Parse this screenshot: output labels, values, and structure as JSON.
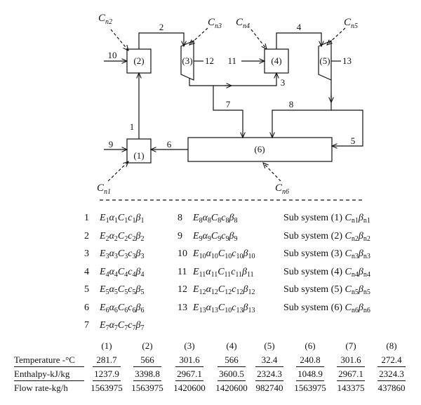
{
  "streams": [
    "1",
    "2",
    "3",
    "4",
    "5",
    "6",
    "7",
    "8",
    "9",
    "10",
    "11",
    "12",
    "13"
  ],
  "units": [
    "(1)",
    "(2)",
    "(3)",
    "(4)",
    "(5)",
    "(6)"
  ],
  "cost_labels": {
    "n1": {
      "base": "C",
      "sub": "n1"
    },
    "n2": {
      "base": "C",
      "sub": "n2"
    },
    "n3": {
      "base": "C",
      "sub": "n3"
    },
    "n4": {
      "base": "C",
      "sub": "n4"
    },
    "n5": {
      "base": "C",
      "sub": "n5"
    },
    "n6": {
      "base": "C",
      "sub": "n6"
    }
  },
  "legend_streams": [
    {
      "num": "1",
      "E": "1",
      "a": "1",
      "C": "1",
      "c": "1",
      "b": "1"
    },
    {
      "num": "2",
      "E": "2",
      "a": "2",
      "C": "2",
      "c": "2",
      "b": "2"
    },
    {
      "num": "3",
      "E": "3",
      "a": "3",
      "C": "3",
      "c": "3",
      "b": "3"
    },
    {
      "num": "4",
      "E": "4",
      "a": "4",
      "C": "4",
      "c": "4",
      "b": "4"
    },
    {
      "num": "5",
      "E": "5",
      "a": "5",
      "C": "5",
      "c": "5",
      "b": "5"
    },
    {
      "num": "6",
      "E": "6",
      "a": "6",
      "C": "6",
      "c": "6",
      "b": "6"
    },
    {
      "num": "7",
      "E": "7",
      "a": "7",
      "C": "7",
      "c": "7",
      "b": "7"
    },
    {
      "num": "8",
      "E": "8",
      "a": "8",
      "C": "8",
      "c": "8",
      "b": "8"
    },
    {
      "num": "9",
      "E": "9",
      "a": "9",
      "C": "9",
      "c": "9",
      "b": "9"
    },
    {
      "num": "10",
      "E": "10",
      "a": "10",
      "C": "10",
      "c": "10",
      "b": "10"
    },
    {
      "num": "11",
      "E": "11",
      "a": "11",
      "C": "11",
      "c": "11",
      "b": "11"
    },
    {
      "num": "12",
      "E": "12",
      "a": "12",
      "C": "12",
      "c": "12",
      "b": "12"
    },
    {
      "num": "13",
      "E": "13",
      "a": "13",
      "C": "10",
      "c": "13",
      "b": "13"
    }
  ],
  "subsystems": [
    {
      "prefix": "Sub system (1)",
      "C": "n1",
      "b": "n1"
    },
    {
      "prefix": "Sub system (2)",
      "C": "n2",
      "b": "n2"
    },
    {
      "prefix": "Sub system (3)",
      "C": "n3",
      "b": "n3"
    },
    {
      "prefix": "Sub system (4)",
      "C": "n4",
      "b": "n4"
    },
    {
      "prefix": "Sub system (5)",
      "C": "n5",
      "b": "n5"
    },
    {
      "prefix": "Sub system (6)",
      "C": "n6",
      "b": "n6"
    }
  ],
  "table": {
    "columns": [
      "(1)",
      "(2)",
      "(3)",
      "(4)",
      "(5)",
      "(6)",
      "(7)",
      "(8)"
    ],
    "rows": [
      {
        "label": "Temperature -°C",
        "values": [
          "281.7",
          "566",
          "301.6",
          "566",
          "32.4",
          "240.8",
          "301.6",
          "272.4"
        ]
      },
      {
        "label": "Enthalpy-kJ/kg",
        "values": [
          "1237.9",
          "3398.8",
          "2967.1",
          "3600.5",
          "2324.3",
          "1048.9",
          "2967.1",
          "2324.3"
        ]
      },
      {
        "label": "Flow rate-kg/h",
        "values": [
          "1563975",
          "1563975",
          "1420600",
          "1420600",
          "982740",
          "1563975",
          "143375",
          "437860"
        ]
      }
    ]
  }
}
